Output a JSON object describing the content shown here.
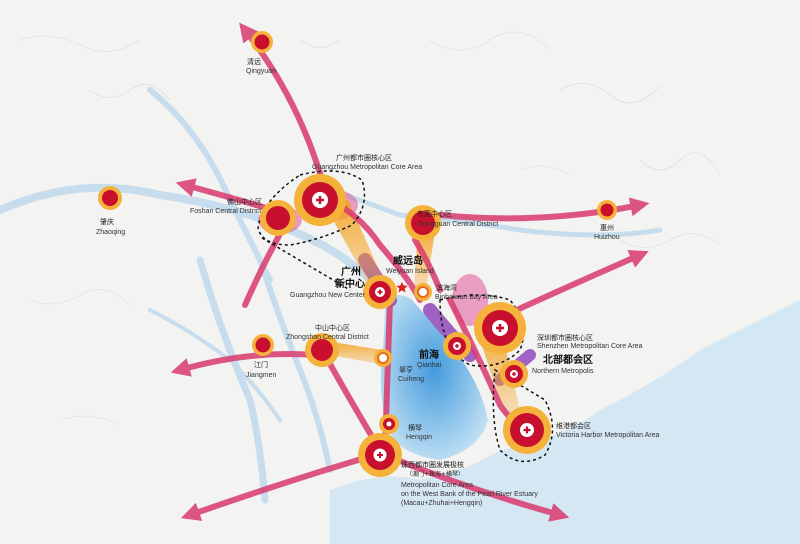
{
  "colors": {
    "land": "#f3f3f1",
    "water": "#c7ddee",
    "sea": "#d4e7f3",
    "bay": "#3b9de0",
    "corridor": "#d93a6e",
    "node_ring": "#f4b23a",
    "node_core": "#c8102e",
    "purple": "#8b3fb8",
    "pink_zone": "#e0559a"
  },
  "labels": {
    "qingyuan_cn": "清远",
    "qingyuan_en": "Qingyuan",
    "zhaoqing_cn": "肇庆",
    "zhaoqing_en": "Zhaoqing",
    "huizhou_cn": "惠州",
    "huizhou_en": "Huizhou",
    "jiangmen_cn": "江门",
    "jiangmen_en": "Jiangmen",
    "gz_core_cn": "广州都市圈核心区",
    "gz_core_en": "Guangzhou Metropolitan Core Area",
    "foshan_cn": "佛山中心区",
    "foshan_en": "Foshan Central District",
    "dongguan_cn": "东莞中心区",
    "dongguan_en": "Dongguan Central District",
    "weiyuan_cn": "威远岛",
    "weiyuan_en": "Weiyuan Island",
    "gz_new_cn_1": "广州",
    "gz_new_cn_2": "新中心",
    "gz_new_en": "Guangzhou New Center",
    "binhaiwan_cn": "滨海湾",
    "binhaiwan_en": "Binhaiwan Bay Area",
    "zhongshan_cn": "中山中心区",
    "zhongshan_en": "Zhongshan Central District",
    "sz_core_cn": "深圳都市圈核心区",
    "sz_core_en": "Shenzhen Metropolitan Core Area",
    "northern_cn": "北部都会区",
    "northern_en": "Northern Metropolis",
    "qianhai_cn": "前海",
    "qianhai_en": "Qianhai",
    "cuiheng_cn": "翠亨",
    "cuiheng_en": "Cuiheng",
    "hengqin_cn": "横琴",
    "hengqin_en": "Hengqin",
    "victoria_cn": "维港都会区",
    "victoria_en": "Victoria Harbor Metropolitan Area",
    "west_cn": "珠西都市圈发展极核",
    "west_cn_sub": "（澳门+珠海+横琴）",
    "west_en_1": "Metropolitan Core Area",
    "west_en_2": "on the West Bank of the Pearl River Estuary",
    "west_en_3": "(Macau+Zhuhai+Hengqin)"
  }
}
